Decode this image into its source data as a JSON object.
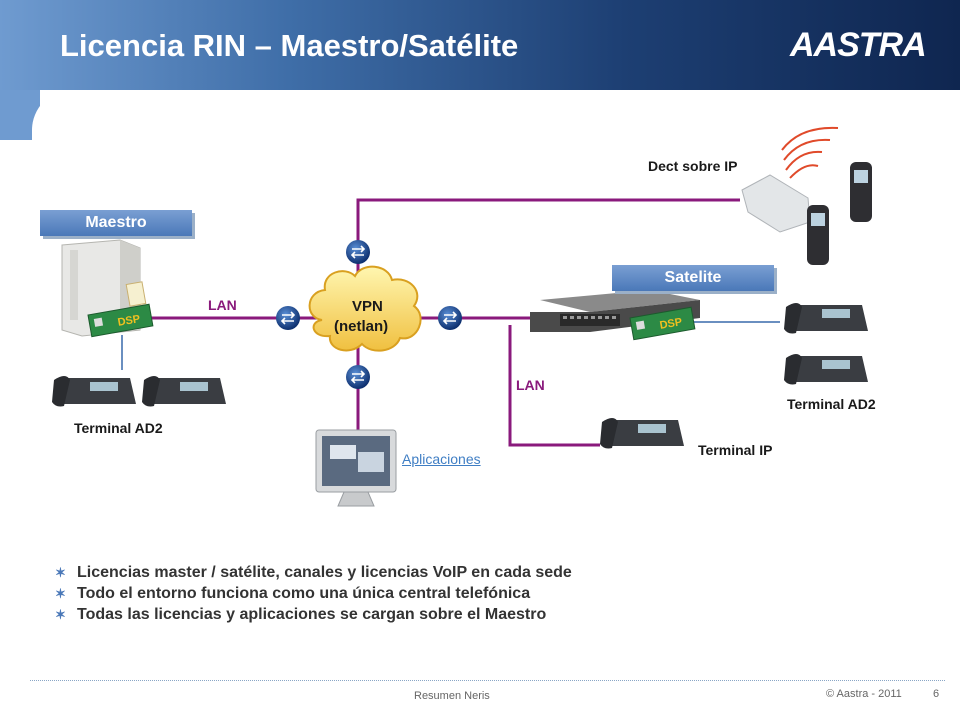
{
  "slide": {
    "title": "Licencia RIN – Maestro/Satélite",
    "logo": "AASTRA",
    "page_number": "6"
  },
  "diagram": {
    "maestro_tab": "Maestro",
    "satelite_tab": "Satelite",
    "vpn_label_1": "VPN",
    "vpn_label_2": "(netlan)",
    "lan_left": "LAN",
    "lan_right": "LAN",
    "dect_label": "Dect sobre IP",
    "terminal_ad2_left": "Terminal AD2",
    "terminal_ad2_right": "Terminal AD2",
    "terminal_ip": "Terminal IP",
    "aplicaciones_link": "Aplicaciones",
    "dsp_label": "DSP",
    "colors": {
      "link_line": "#8a1a7c",
      "accent": "#4a78b8",
      "phone_line": "#6a8fc0"
    }
  },
  "bullets": [
    "Licencias master / satélite, canales y licencias VoIP en cada sede",
    "Todo el entorno funciona como una única central telefónica",
    "Todas las licencias y aplicaciones se cargan sobre el Maestro"
  ],
  "footer": {
    "center": "Resumen Neris",
    "copyright": "© Aastra - 2011"
  }
}
